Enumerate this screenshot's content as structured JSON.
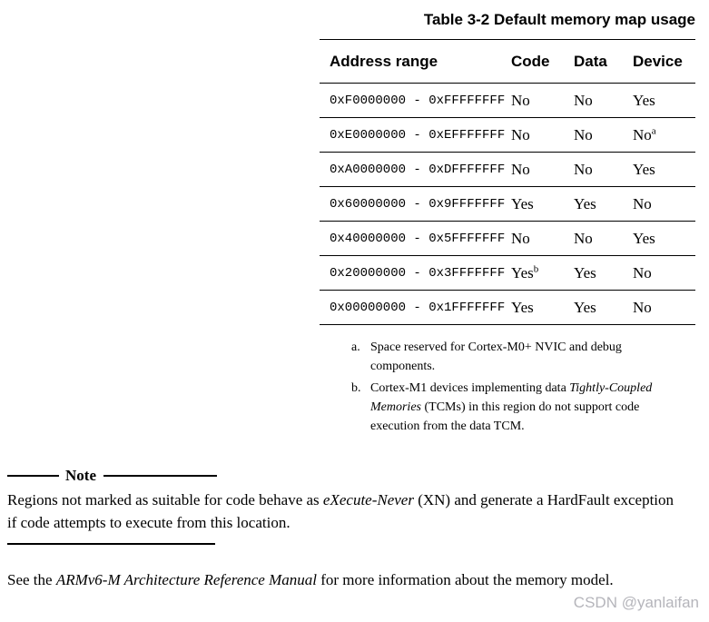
{
  "page": {
    "background": "#ffffff",
    "text_color": "#000000",
    "watermark": "CSDN @yanlaifan",
    "watermark_color": "#b5b5bb"
  },
  "table": {
    "caption": "Table 3-2 Default memory map usage",
    "columns": [
      "Address range",
      "Code",
      "Data",
      "Device"
    ],
    "rows": [
      {
        "range": "0xF0000000 - 0xFFFFFFFF",
        "code": "No",
        "data": "No",
        "device": "Yes"
      },
      {
        "range": "0xE0000000 - 0xEFFFFFFF",
        "code": "No",
        "data": "No",
        "device": "No",
        "device_sup": "a"
      },
      {
        "range": "0xA0000000 - 0xDFFFFFFF",
        "code": "No",
        "data": "No",
        "device": "Yes"
      },
      {
        "range": "0x60000000 - 0x9FFFFFFF",
        "code": "Yes",
        "data": "Yes",
        "device": "No"
      },
      {
        "range": "0x40000000 - 0x5FFFFFFF",
        "code": "No",
        "data": "No",
        "device": "Yes"
      },
      {
        "range": "0x20000000 - 0x3FFFFFFF",
        "code": "Yes",
        "code_sup": "b",
        "data": "Yes",
        "device": "No"
      },
      {
        "range": "0x00000000 - 0x1FFFFFFF",
        "code": "Yes",
        "data": "Yes",
        "device": "No"
      }
    ],
    "footnotes": [
      {
        "marker": "a.",
        "pre": "Space reserved for Cortex-M0+ NVIC and debug components.",
        "italic": "",
        "post": ""
      },
      {
        "marker": "b.",
        "pre": "Cortex-M1 devices implementing data ",
        "italic": "Tightly-Coupled Memories",
        "post": " (TCMs) in this region do not support code execution from the data TCM."
      }
    ]
  },
  "note": {
    "label": "Note",
    "body_pre": "Regions not marked as suitable for code behave as ",
    "body_italic": "eXecute-Never",
    "body_post": " (XN) and generate a HardFault exception if code attempts to execute from this location."
  },
  "see_also": {
    "pre": "See the ",
    "italic": "ARMv6-M Architecture Reference Manual",
    "post": " for more information about the memory model."
  }
}
